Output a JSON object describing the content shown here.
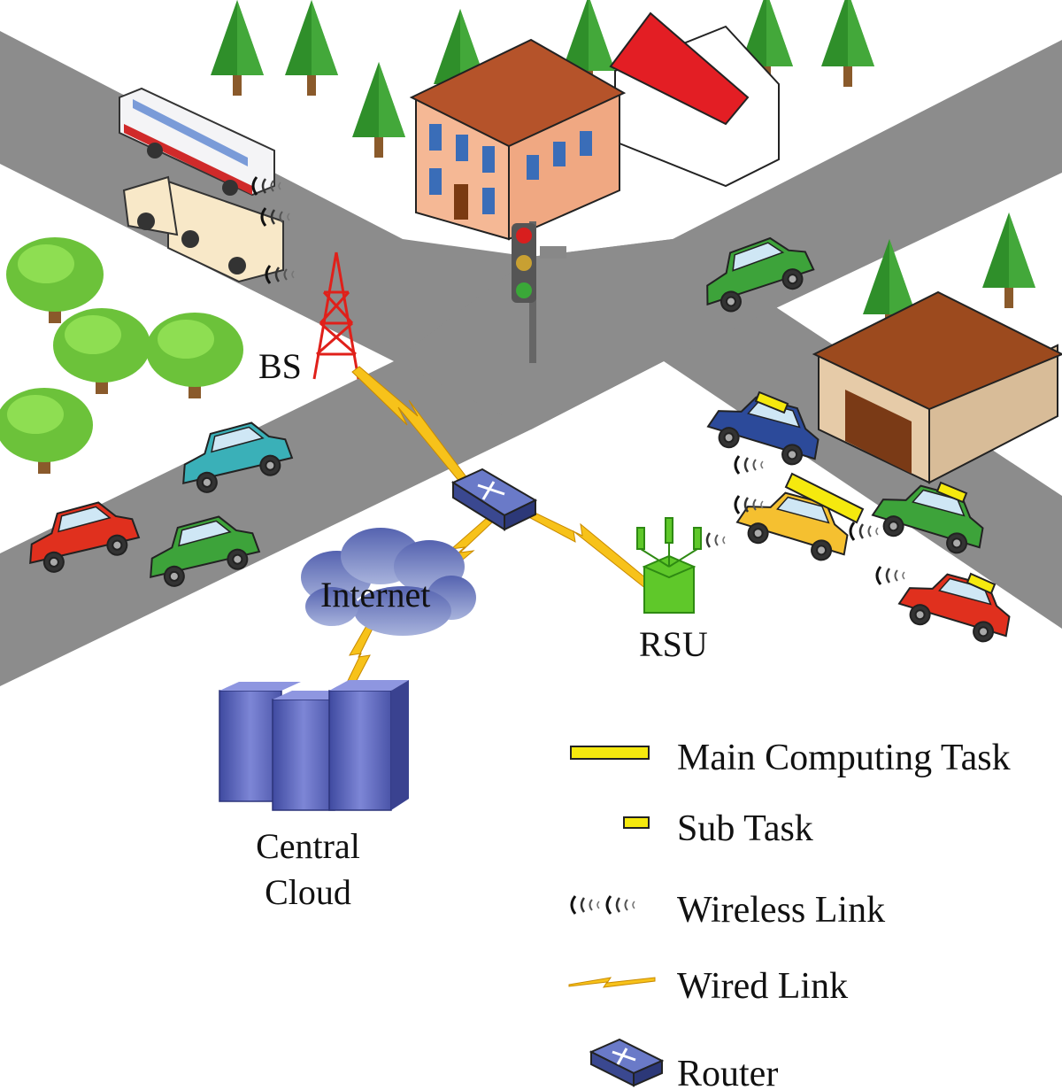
{
  "diagram": {
    "labels": {
      "base_station": "BS",
      "internet": "Internet",
      "rsu": "RSU",
      "central_cloud_line1": "Central",
      "central_cloud_line2": "Cloud"
    },
    "legend": [
      {
        "key": "main_task",
        "label": "Main Computing Task"
      },
      {
        "key": "sub_task",
        "label": "Sub Task"
      },
      {
        "key": "wireless",
        "label": "Wireless Link"
      },
      {
        "key": "wired",
        "label": "Wired Link"
      },
      {
        "key": "router",
        "label": "Router"
      }
    ],
    "colors": {
      "road": "#8c8c8c",
      "task": "#f5e90e",
      "wired_link": "#f7c21a",
      "bs_tower": "#e0201a",
      "rsu": "#5fc82a",
      "router": "#4a5aa0",
      "cloud": "#5a6ab0",
      "server": "#5862b8"
    }
  }
}
